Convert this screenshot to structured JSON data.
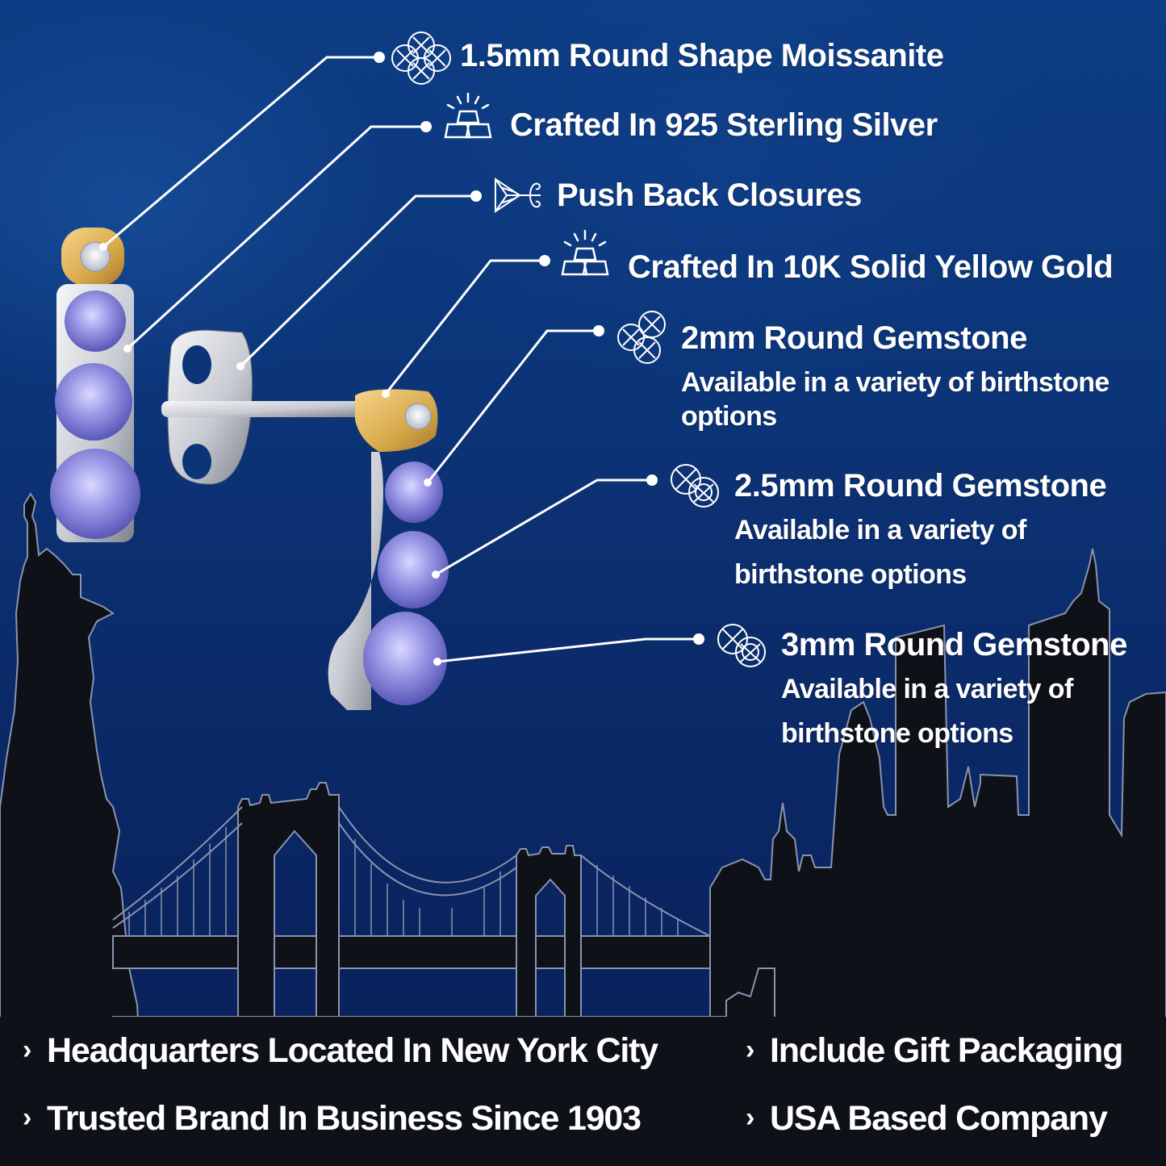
{
  "product": {
    "type": "Three-stone drop stud earrings",
    "metals": [
      "925 Sterling Silver",
      "10K Solid Yellow Gold"
    ],
    "gem_color": "#8f8fe0",
    "metal_gold_color": "#d8a94a",
    "metal_silver_color": "#d7d9de"
  },
  "colors": {
    "background_top": "#0d3d84",
    "background_bottom": "#0a1f55",
    "skyline": "#0f1118",
    "skyline_edge": "#8a93ad",
    "text": "#ffffff",
    "callout_line": "#ffffff"
  },
  "features": [
    {
      "icon": "gem-cluster-icon",
      "title": "1.5mm Round Shape Moissanite"
    },
    {
      "icon": "metal-bars-icon",
      "title": "Crafted In 925 Sterling Silver"
    },
    {
      "icon": "push-back-closure-icon",
      "title": "Push Back Closures"
    },
    {
      "icon": "metal-bars-icon",
      "title": "Crafted In 10K Solid Yellow Gold"
    },
    {
      "icon": "gem-cluster-icon",
      "title": "2mm Round Gemstone",
      "subtitle_lines": [
        "Available in a variety of birthstone",
        "options"
      ]
    },
    {
      "icon": "gem-pair-icon",
      "title": "2.5mm Round Gemstone",
      "subtitle_lines": [
        "Available in a variety of",
        "birthstone options"
      ]
    },
    {
      "icon": "gem-pair-icon",
      "title": "3mm Round Gemstone",
      "subtitle_lines": [
        "Available in a variety of",
        "birthstone options"
      ]
    }
  ],
  "bottom_bullets": [
    {
      "icon": "chevron-right-icon",
      "glyph": "›",
      "text": "Headquarters Located In New York City"
    },
    {
      "icon": "chevron-right-icon",
      "glyph": "›",
      "text": "Include Gift Packaging"
    },
    {
      "icon": "chevron-right-icon",
      "glyph": "›",
      "text": "Trusted Brand In Business Since 1903"
    },
    {
      "icon": "chevron-right-icon",
      "glyph": "›",
      "text": "USA Based Company"
    }
  ],
  "background_scene": {
    "elements": [
      "Statue of Liberty silhouette",
      "Brooklyn Bridge silhouette",
      "Manhattan skyline silhouette"
    ]
  }
}
